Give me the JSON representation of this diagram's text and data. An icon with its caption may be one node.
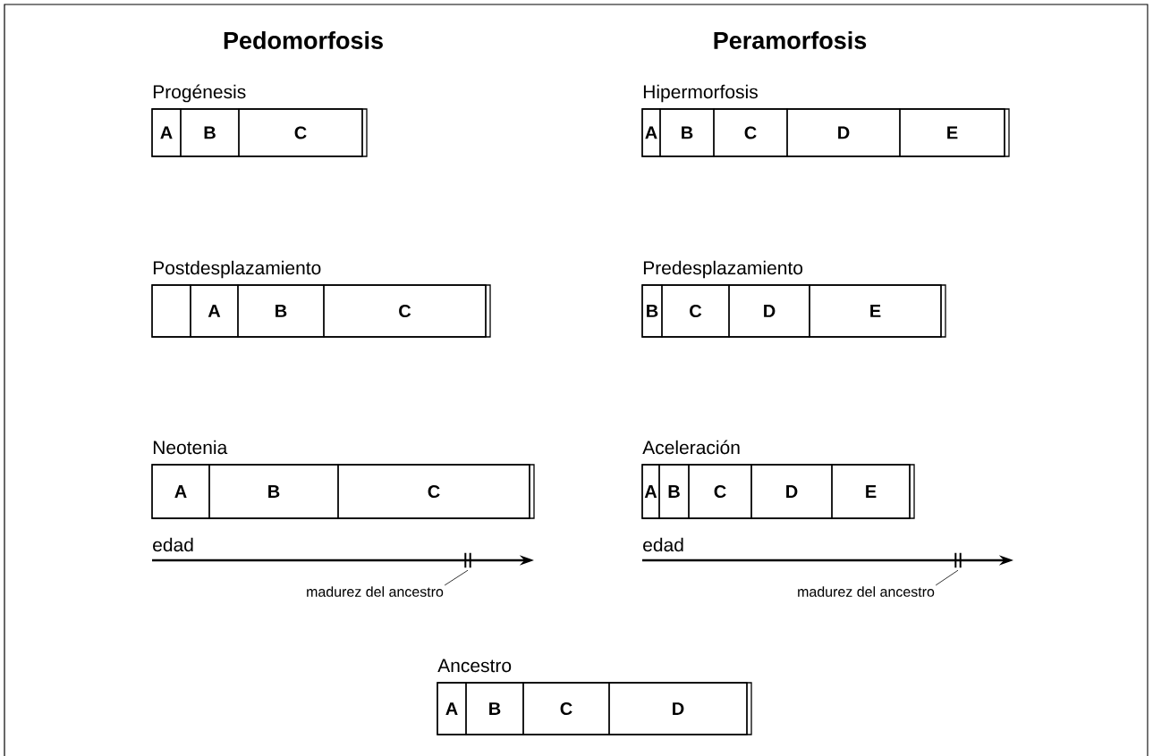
{
  "diagram": {
    "nodes": [
      {
        "text": [
          "Progénesis"
        ]
      },
      {
        "text": [
          "A"
        ],
        "in": 0
      },
      {
        "text": [
          "B"
        ],
        "in": 0
      },
      {
        "text": [
          "C"
        ],
        "in": 0
      },
      {
        "text": [
          "Hipermorfosis"
        ]
      },
      {
        "text": [
          "A"
        ],
        "in": 4
      },
      {
        "text": [
          "B"
        ],
        "in": 4
      },
      {
        "text": [
          "C"
        ],
        "in": 4
      },
      {
        "text": [
          "D"
        ],
        "in": 4
      },
      {
        "text": [
          "E"
        ],
        "in": 4
      },
      {
        "text": [
          "Postdesplazamiento"
        ]
      },
      {
        "text": [],
        "shape": "box",
        "in": 10
      },
      {
        "text": [
          "A"
        ],
        "in": 10
      },
      {
        "text": [
          "B"
        ],
        "in": 10
      },
      {
        "text": [
          "C"
        ],
        "in": 10
      },
      {
        "text": [
          "Predesplazamiento"
        ]
      },
      {
        "text": [
          "B"
        ],
        "in": 15
      },
      {
        "text": [
          "C"
        ],
        "in": 15
      },
      {
        "text": [
          "D"
        ],
        "in": 15
      },
      {
        "text": [
          "E"
        ],
        "in": 15
      },
      {
        "text": [
          "Neotenia"
        ]
      },
      {
        "text": [
          "A"
        ],
        "in": 20
      },
      {
        "text": [
          "B"
        ],
        "in": 20
      },
      {
        "text": [
          "C"
        ],
        "in": 20
      },
      {
        "text": [
          "madurez del ancestro"
        ]
      },
      {
        "text": [],
        "shape": "bar"
      },
      {
        "text": [
          "Aceleración"
        ]
      },
      {
        "text": [
          "A"
        ],
        "in": 26
      },
      {
        "text": [
          "B"
        ],
        "in": 26
      },
      {
        "text": [
          "C"
        ],
        "in": 26
      },
      {
        "text": [
          "D"
        ],
        "in": 26
      },
      {
        "text": [
          "E"
        ],
        "in": 26
      },
      {
        "text": [
          "madurez del ancestro"
        ]
      },
      {
        "text": [],
        "shape": "bar"
      },
      {
        "text": [
          "Ancestro"
        ]
      },
      {
        "text": [
          "A"
        ],
        "in": 34
      },
      {
        "text": [
          "B"
        ],
        "in": 34
      },
      {
        "text": [
          "C"
        ],
        "in": 34
      },
      {
        "text": [
          "D"
        ],
        "in": 34
      }
    ],
    "edges": [
      {
        "from": 24,
        "to": 25,
        "arrow": "none"
      },
      {
        "from": 32,
        "to": 33,
        "arrow": "none"
      }
    ],
    "labels": [
      "Pedomorfosis",
      "Peramorfosis",
      "edad",
      "edad"
    ]
  }
}
